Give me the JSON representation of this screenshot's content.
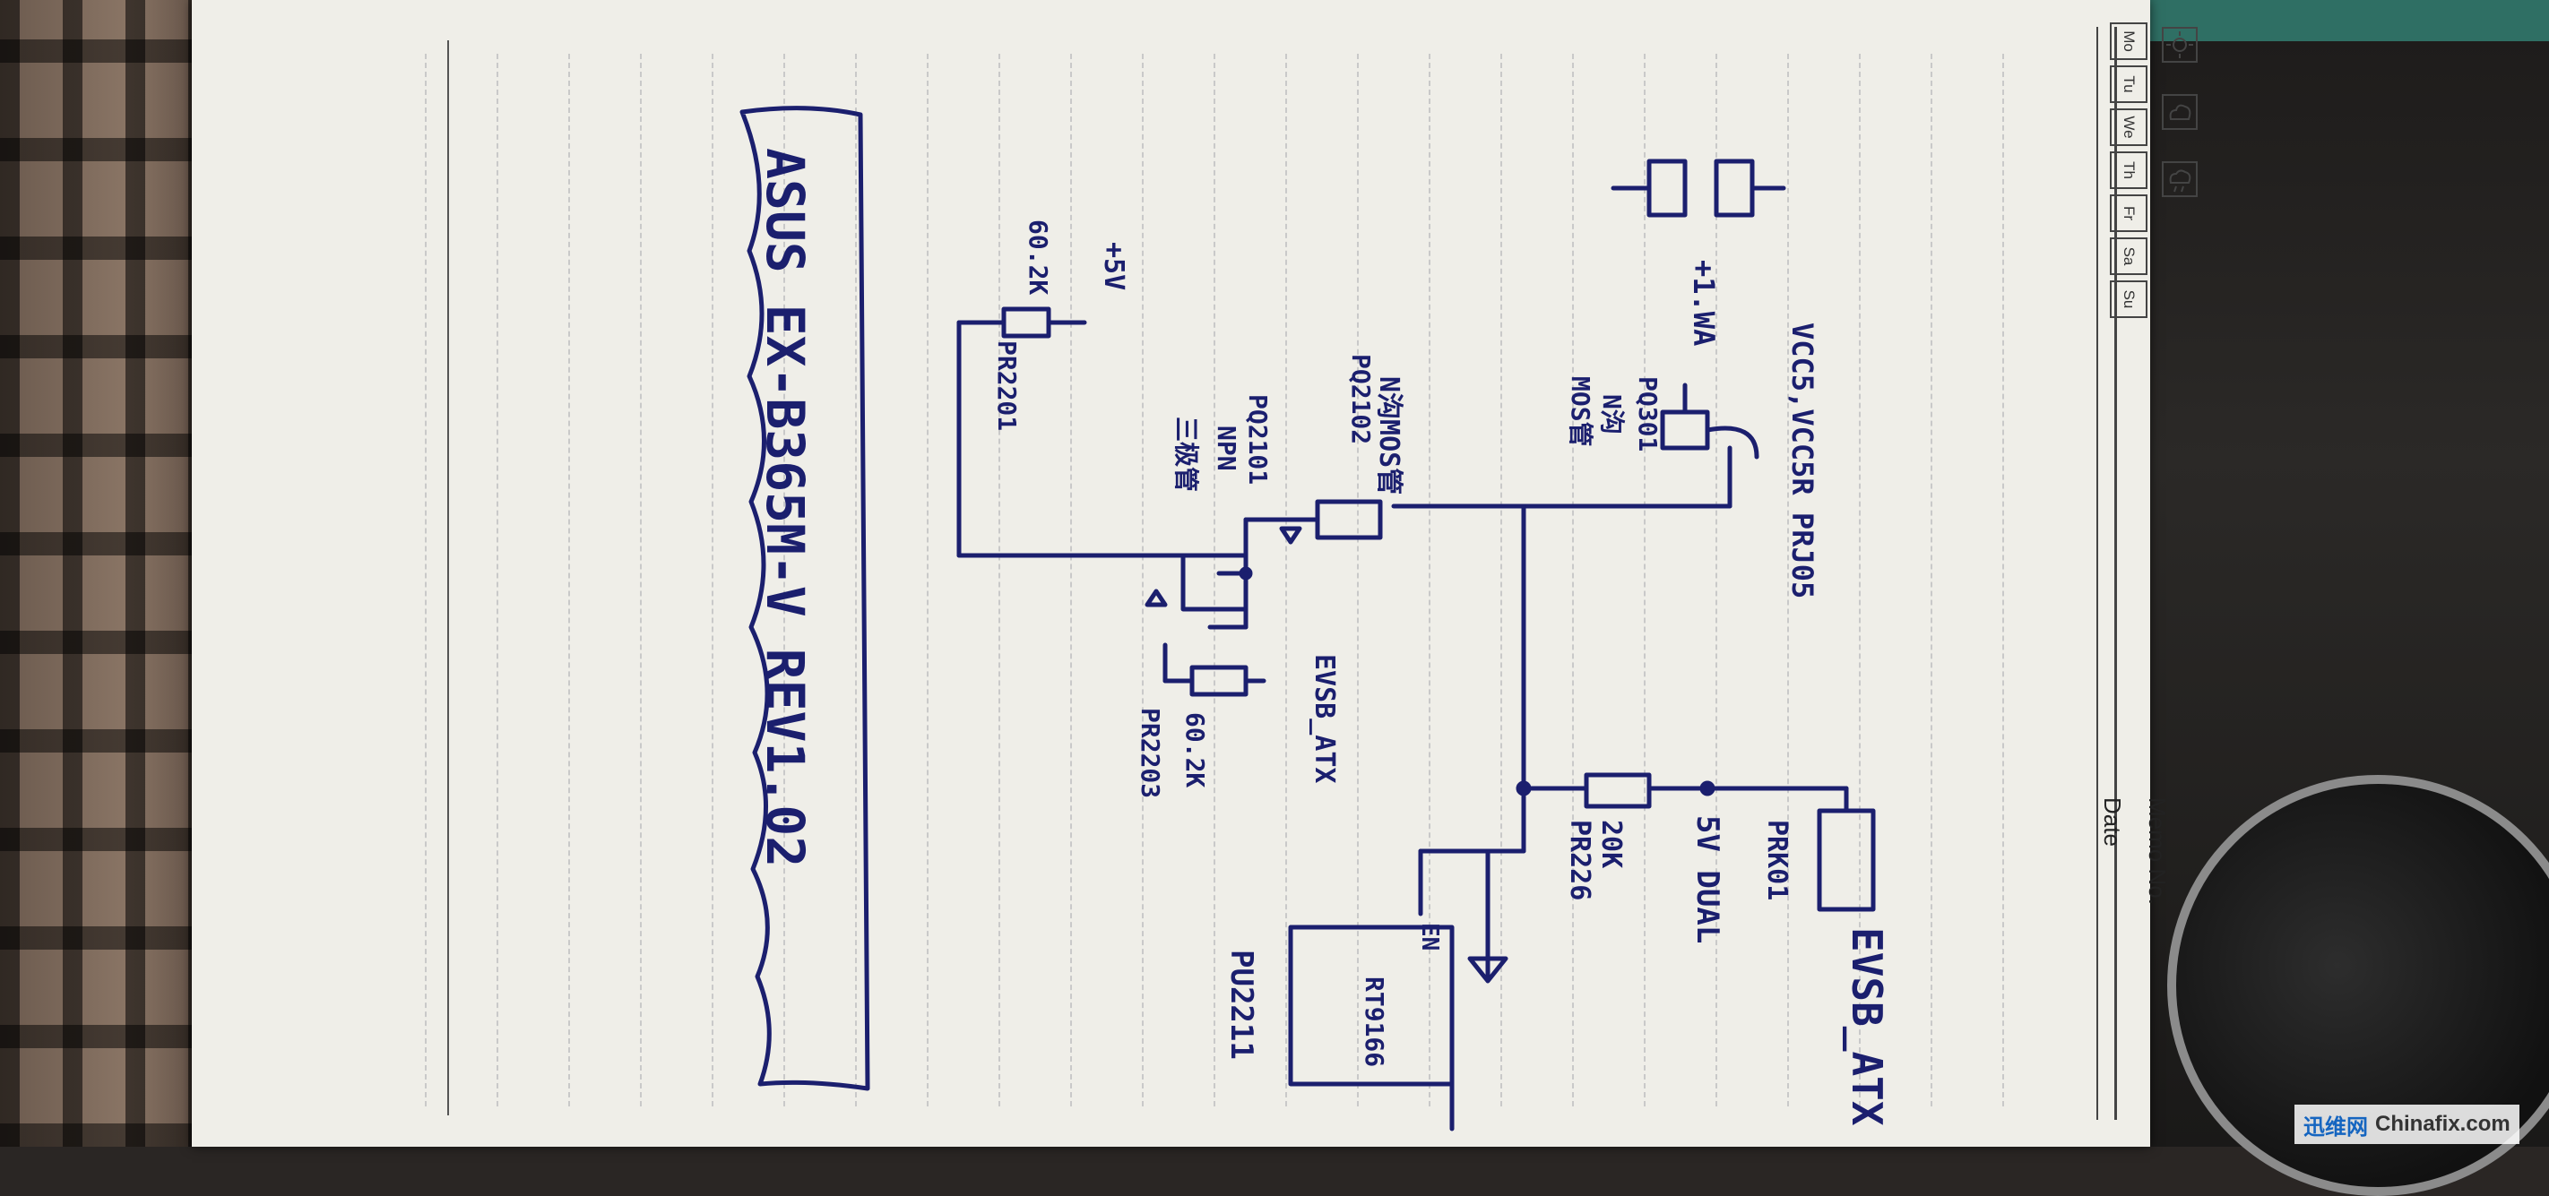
{
  "memo_header": {
    "memo_no": "Memo No.",
    "date": "Date"
  },
  "weekdays": [
    "Mo",
    "Tu",
    "We",
    "Th",
    "Fr",
    "Sa",
    "Su"
  ],
  "weather_icons": [
    "sun-icon",
    "cloud-icon",
    "rain-icon"
  ],
  "title_box": "ASUS EX-B365M-V REV1.02",
  "handwriting": {
    "evsb_atx_top": "EVSB_ATX",
    "pr_k01": "PRK01",
    "sv_dual": "5V DUAL",
    "r20k": "20K",
    "pr226": "PR226",
    "vcc5_label": "VCC5,VCC5R PRJ05",
    "v1_wa": "+1.WA",
    "pq301": "PQ301",
    "n_mos": "N沟",
    "mos_tube": "MOS管",
    "n_mos_tube": "N沟MOS管",
    "pq2102": "PQ2102",
    "pu2211": "PU2211",
    "evsb_atx_mid": "EVSB_ATX",
    "pq2101": "PQ2101",
    "npn": "NPN",
    "triode": "三极管",
    "r60_2k_a": "60.2K",
    "pr2203": "PR2203",
    "v5_plus": "+5V",
    "r60_2k_b": "60.2K",
    "pr2201": "PR2201",
    "rt8184_en": "EN",
    "chip": "RT9166"
  },
  "watermark": {
    "brand_cn": "迅维网",
    "brand_en": "Chinafix.com"
  },
  "colors": {
    "ink": "#1b1f6e",
    "paper": "#efeee8"
  }
}
